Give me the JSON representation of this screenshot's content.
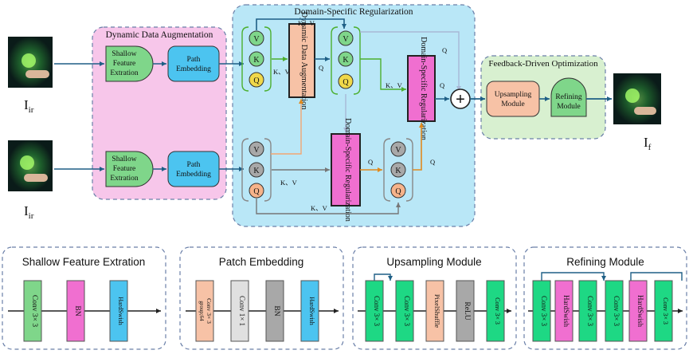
{
  "colors": {
    "dda_fill": "#f7c6ea",
    "dsr_fill": "#b9e7f7",
    "fdo_fill": "#d8f0d0",
    "green_box": "#7fd68a",
    "cyan_box": "#4cc4f0",
    "pink_box": "#f06fd0",
    "salmon_box": "#f7c2a6",
    "orange_circle": "#f6b38a",
    "yellow_circle": "#f0d84a",
    "mint_box": "#7fe3a8",
    "arrow_blue": "#1e5f86",
    "arrow_green": "#4caf2f",
    "arrow_orange": "#e08a1e"
  },
  "images": {
    "ir_top_label": "I",
    "ir_top_sub": "ir",
    "ir_bottom_label": "I",
    "ir_bottom_sub": "ir",
    "out_label": "I",
    "out_sub": "f"
  },
  "regions": {
    "dda_title": "Dynamic Data Augmentation",
    "dsr_title": "Domain-Specific Regularization",
    "fdo_title": "Feedback-Driven Optimization"
  },
  "top_branch": {
    "shallow": [
      "Shallow",
      "Feature",
      "Extration"
    ],
    "path": [
      "Path",
      "Embedding"
    ]
  },
  "bottom_branch": {
    "shallow": [
      "Shallow",
      "Feature",
      "Extration"
    ],
    "path": [
      "Path",
      "Embedding"
    ]
  },
  "qkv": {
    "v": "V",
    "k": "K",
    "q": "Q"
  },
  "dsr_blocks": {
    "dda_vertical": "Dynamic Data Augmentation",
    "dsr_vertical": "Domain-Specific Regularization"
  },
  "edge_labels": {
    "kv_top": "K、V",
    "kv_mid": "K、V",
    "q_1": "Q",
    "q_top_right": "Q",
    "kv_right": "K、V",
    "q_right": "Q",
    "kv_bottom_mid": "K、V",
    "q_bottom_small": "Q",
    "q_bottom_right": "Q",
    "kv_bottom": "K、V"
  },
  "fdo": {
    "upsampling": [
      "Upsampling",
      "Module"
    ],
    "refining": [
      "Refining",
      "Module"
    ]
  },
  "sum_symbol": "+",
  "panels": {
    "shallow": {
      "title": "Shallow Feature Extration",
      "blocks": [
        "Conv 3× 3",
        "BN",
        "HardSwish"
      ]
    },
    "patch": {
      "title": "Patch Embedding",
      "blocks": [
        "Conv 3× 3",
        "group;64",
        "Conv 1× 1",
        "BN",
        "HardSwish"
      ]
    },
    "upsampling": {
      "title": "Upsampling Module",
      "blocks": [
        "Conv 3× 3",
        "Conv 3× 3",
        "PixelShuffle",
        "ReLU",
        "Conv 3× 3"
      ]
    },
    "refining": {
      "title": "Refining Module",
      "blocks": [
        "Conv 3× 3",
        "HardSwish",
        "Conv 3× 3",
        "Conv 3× 3",
        "HardSwish",
        "Conv 3× 3"
      ]
    }
  }
}
